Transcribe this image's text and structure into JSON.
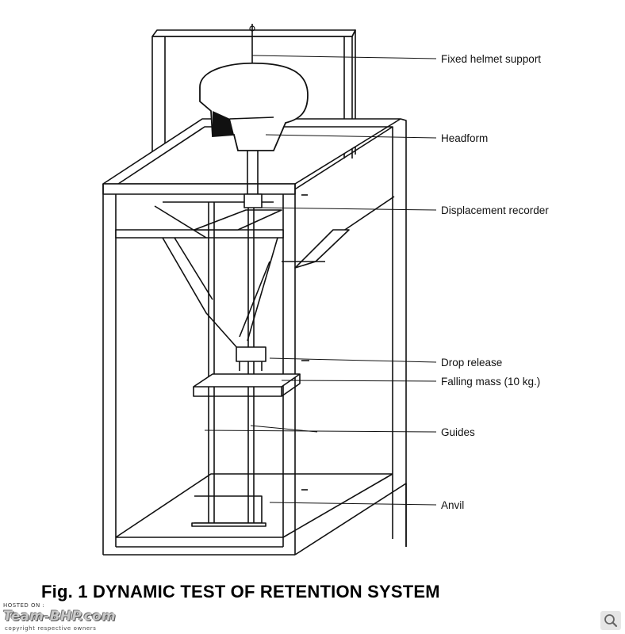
{
  "diagram": {
    "labels": [
      {
        "id": "fixed-helmet-support",
        "text": "Fixed helmet support"
      },
      {
        "id": "headform",
        "text": "Headform"
      },
      {
        "id": "displacement-recorder",
        "text": "Displacement recorder"
      },
      {
        "id": "drop-release",
        "text": "Drop release"
      },
      {
        "id": "falling-mass",
        "text": "Falling mass (10 kg.)"
      },
      {
        "id": "guides",
        "text": "Guides"
      },
      {
        "id": "anvil",
        "text": "Anvil"
      }
    ]
  },
  "caption": "Fig. 1 DYNAMIC TEST OF RETENTION SYSTEM",
  "watermark": {
    "hosted_on": "HOSTED ON :",
    "logo": "Team-BHP.com",
    "copyright": "copyright respective owners"
  },
  "zoom_button": {
    "icon": "magnifier-icon"
  }
}
